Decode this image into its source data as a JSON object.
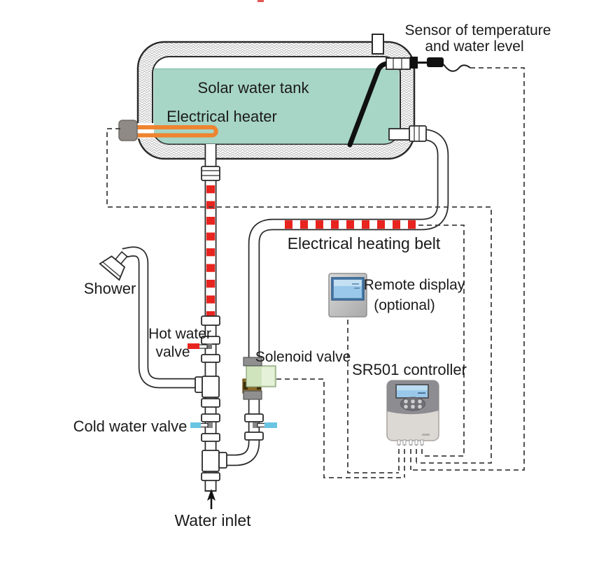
{
  "diagram": {
    "labels": {
      "sensor_line1": "Sensor of temperature",
      "sensor_line2": "and water level",
      "tank": "Solar water tank",
      "heater": "Electrical heater",
      "heating_belt": "Electrical heating belt",
      "shower": "Shower",
      "hot_valve_line1": "Hot water",
      "hot_valve_line2": "valve",
      "cold_valve": "Cold water valve",
      "solenoid_valve": "Solenoid valve",
      "remote_display_line1": "Remote display",
      "remote_display_line2": "(optional)",
      "controller": "SR501 controller",
      "water_inlet": "Water inlet"
    },
    "colors": {
      "water": "#a7d5c6",
      "heater_orange": "#ee8430",
      "belt_red": "#e8241f",
      "valve_blue": "#6ac4e2",
      "valve_red": "#e8241f",
      "solenoid_green": "#cfe3bd",
      "solenoid_green_light": "#e6f1d9",
      "solenoid_brass": "#8a6b28",
      "lcd_blue": "#9ac8ea",
      "display_frame": "#c6c6c6",
      "controller_top": "#8c8c91",
      "controller_body": "#dcd8d4",
      "dash": "#3f3f3f",
      "pipe_outline": "#2a2a2a"
    }
  }
}
